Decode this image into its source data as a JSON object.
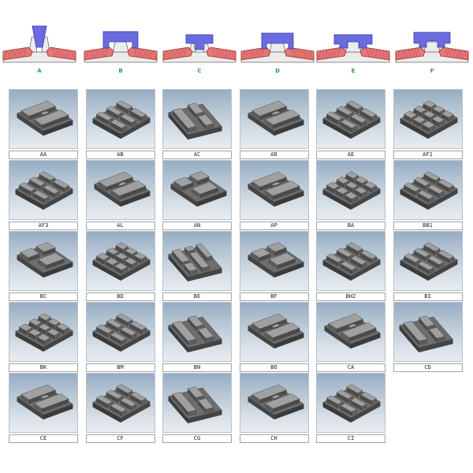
{
  "profiles": [
    {
      "label": "A"
    },
    {
      "label": "B"
    },
    {
      "label": "C"
    },
    {
      "label": "D"
    },
    {
      "label": "E"
    },
    {
      "label": "F"
    }
  ],
  "patterns": [
    {
      "code": "AA"
    },
    {
      "code": "AB"
    },
    {
      "code": "AC"
    },
    {
      "code": "AD"
    },
    {
      "code": "AE"
    },
    {
      "code": "AF1"
    },
    {
      "code": "AF3"
    },
    {
      "code": "AL"
    },
    {
      "code": "AN"
    },
    {
      "code": "AP"
    },
    {
      "code": "BA"
    },
    {
      "code": "BB1"
    },
    {
      "code": "BC"
    },
    {
      "code": "BD"
    },
    {
      "code": "BE"
    },
    {
      "code": "BF"
    },
    {
      "code": "BH2"
    },
    {
      "code": "BI"
    },
    {
      "code": "BK"
    },
    {
      "code": "BM"
    },
    {
      "code": "BN"
    },
    {
      "code": "BO"
    },
    {
      "code": "CA"
    },
    {
      "code": "CD"
    },
    {
      "code": "CE"
    },
    {
      "code": "CF"
    },
    {
      "code": "CG"
    },
    {
      "code": "CH"
    },
    {
      "code": "CI"
    }
  ],
  "colors": {
    "profile_label": "#2e9c3f",
    "guide_blue": "#6b6be0",
    "pad_red": "#e47878",
    "code_border": "#a3a3a3"
  }
}
